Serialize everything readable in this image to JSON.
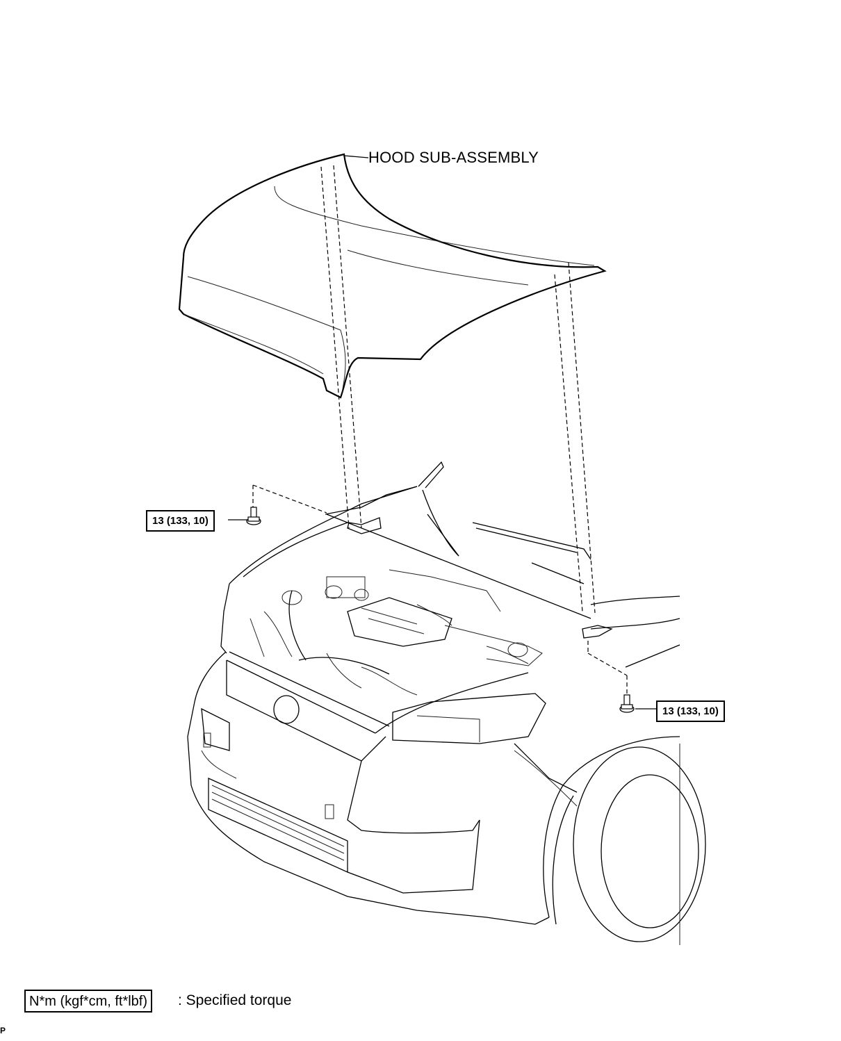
{
  "diagram": {
    "part_label": "HOOD SUB-ASSEMBLY",
    "torque_left": "13 (133, 10)",
    "torque_right": "13 (133, 10)",
    "legend": {
      "unit_box": "N*m (kgf*cm, ft*lbf)",
      "description": ": Specified torque"
    },
    "page_mark": "P"
  }
}
